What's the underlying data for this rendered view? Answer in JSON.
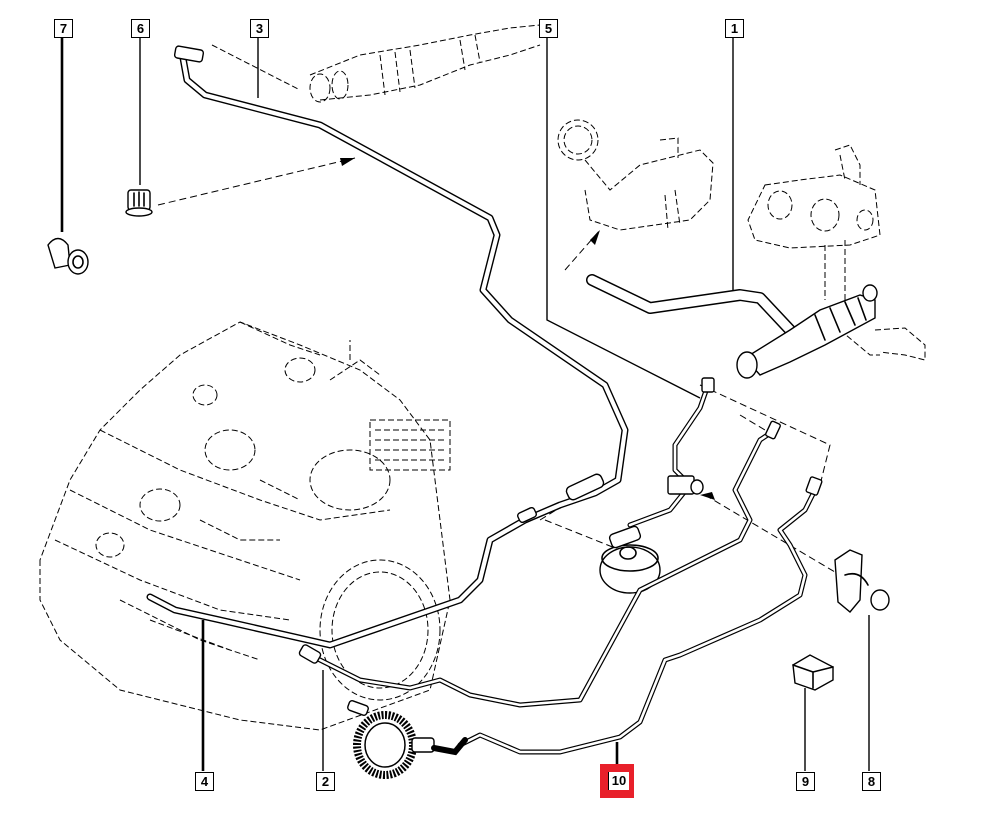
{
  "diagram": {
    "type": "exploded-parts-diagram",
    "subject": "clutch hydraulic control assembly",
    "highlight_color": "#e8202a",
    "selected_callout": "10",
    "callouts": [
      {
        "id": "c7",
        "label": "7",
        "part": "pipe clip (small)"
      },
      {
        "id": "c6",
        "label": "6",
        "part": "push-in fastener clip"
      },
      {
        "id": "c3",
        "label": "3",
        "part": "clutch pipe (to master cylinder)"
      },
      {
        "id": "c5",
        "label": "5",
        "part": "clutch pipe (intermediate)"
      },
      {
        "id": "c1",
        "label": "1",
        "part": "clutch master cylinder with reservoir hose"
      },
      {
        "id": "c4",
        "label": "4",
        "part": "rigid pipe along gearbox"
      },
      {
        "id": "c2",
        "label": "2",
        "part": "pipe to slave cylinder"
      },
      {
        "id": "c10",
        "label": "10",
        "part": "clutch pipe with damper hose",
        "highlighted": true
      },
      {
        "id": "c9",
        "label": "9",
        "part": "pipe retaining clip"
      },
      {
        "id": "c8",
        "label": "8",
        "part": "double pipe clip"
      }
    ]
  }
}
